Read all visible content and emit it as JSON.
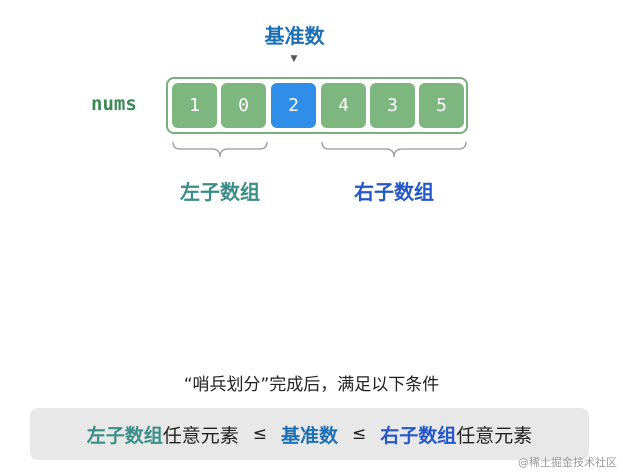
{
  "pivot_label": "基准数",
  "array_name": "nums",
  "cells": [
    {
      "value": "1",
      "role": "left"
    },
    {
      "value": "0",
      "role": "left"
    },
    {
      "value": "2",
      "role": "pivot"
    },
    {
      "value": "4",
      "role": "right"
    },
    {
      "value": "3",
      "role": "right"
    },
    {
      "value": "5",
      "role": "right"
    }
  ],
  "left_group_label": "左子数组",
  "right_group_label": "右子数组",
  "caption": "“哨兵划分”完成后，满足以下条件",
  "condition": {
    "left_subarray": "左子数组",
    "left_suffix": "任意元素",
    "op1": "≤",
    "pivot": "基准数",
    "op2": "≤",
    "right_subarray": "右子数组",
    "right_suffix": "任意元素"
  },
  "watermark": "@稀土掘金技术社区",
  "colors": {
    "cell_default": "#7eb67f",
    "cell_pivot": "#2f8ee8",
    "left_label": "#3a8e87",
    "right_label": "#2457c9",
    "pivot_label": "#1b6fb5",
    "array_border": "#79ae7d",
    "condition_bg": "#e8e8e8"
  }
}
